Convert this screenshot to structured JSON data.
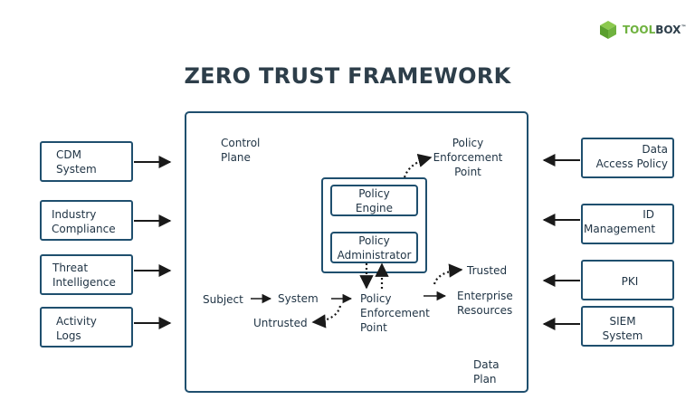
{
  "brand": {
    "name_part1": "TOOL",
    "name_part2": "BOX",
    "tm": "™"
  },
  "title": "ZERO TRUST FRAMEWORK",
  "left_inputs": [
    {
      "label": "CDM\nSystem"
    },
    {
      "label": "Industry\nCompliance"
    },
    {
      "label": "Threat\nIntelligence"
    },
    {
      "label": "Activity\nLogs"
    }
  ],
  "right_inputs": [
    {
      "label": "Data\nAccess Policy"
    },
    {
      "label": "ID\nManagement"
    },
    {
      "label": "PKI"
    },
    {
      "label": "SIEM\nSystem"
    }
  ],
  "main": {
    "control_plane": "Control\nPlane",
    "data_plane": "Data\nPlan",
    "pep_top": "Policy\nEnforcement\nPoint",
    "policy_engine": "Policy\nEngine",
    "policy_admin": "Policy\nAdministrator",
    "subject": "Subject",
    "system": "System",
    "pep_mid": "Policy\nEnforcement\nPoint",
    "untrusted": "Untrusted",
    "trusted": "Trusted",
    "enterprise": "Enterprise\nResources"
  },
  "colors": {
    "border": "#1f4f6e",
    "text": "#1f3344",
    "brand_green": "#6fb23f"
  }
}
